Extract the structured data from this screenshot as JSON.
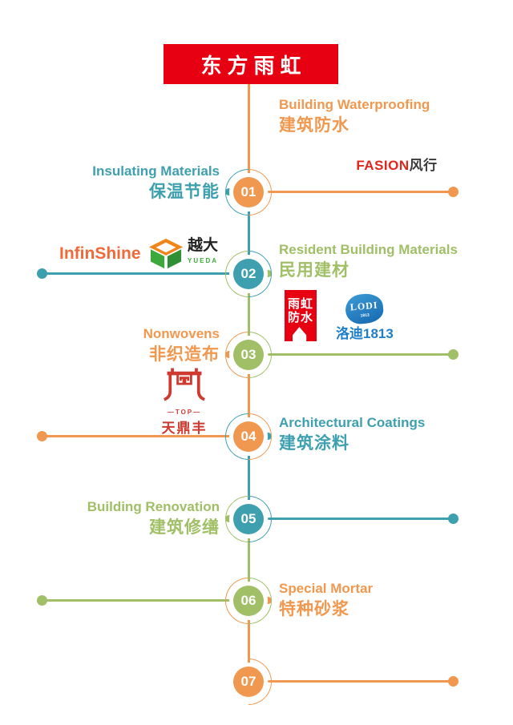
{
  "palette": {
    "orange": "#F0984F",
    "teal": "#3EA0AF",
    "green": "#A0BF66",
    "red": "#E60012",
    "fasion_red": "#E1251B",
    "infin_orange": "#EF6A38",
    "yueda_green": "#3DA83C",
    "lodi_blue": "#1E7EC8",
    "tdf_red": "#CE3A30"
  },
  "banner": {
    "title": "东方雨虹"
  },
  "top_label": {
    "en": "Building Waterproofing",
    "zh": "建筑防水"
  },
  "rows": [
    {
      "num": "01",
      "en": "Insulating Materials",
      "zh": "保温节能"
    },
    {
      "num": "02",
      "en": "Resident Building Materials",
      "zh": "民用建材"
    },
    {
      "num": "03",
      "en": "Nonwovens",
      "zh": "非织造布"
    },
    {
      "num": "04",
      "en": "Architectural Coatings",
      "zh": "建筑涂料"
    },
    {
      "num": "05",
      "en": "Building Renovation",
      "zh": "建筑修缮"
    },
    {
      "num": "06",
      "en": "Special Mortar",
      "zh": "特种砂浆"
    },
    {
      "num": "07"
    }
  ],
  "logos": {
    "fasion": {
      "latin": "FASION",
      "zh": "风行"
    },
    "infinshine": {
      "text": "InfinShine"
    },
    "yueda": {
      "zh": "越大",
      "latin": "YUEDA"
    },
    "yuhong": {
      "line1": "雨虹",
      "line2": "防水"
    },
    "lodi": {
      "latin": "LODI",
      "year": "1813",
      "zh": "洛迪1813"
    },
    "tiandingfeng": {
      "top": "—TOP—",
      "zh": "天鼎丰"
    }
  }
}
